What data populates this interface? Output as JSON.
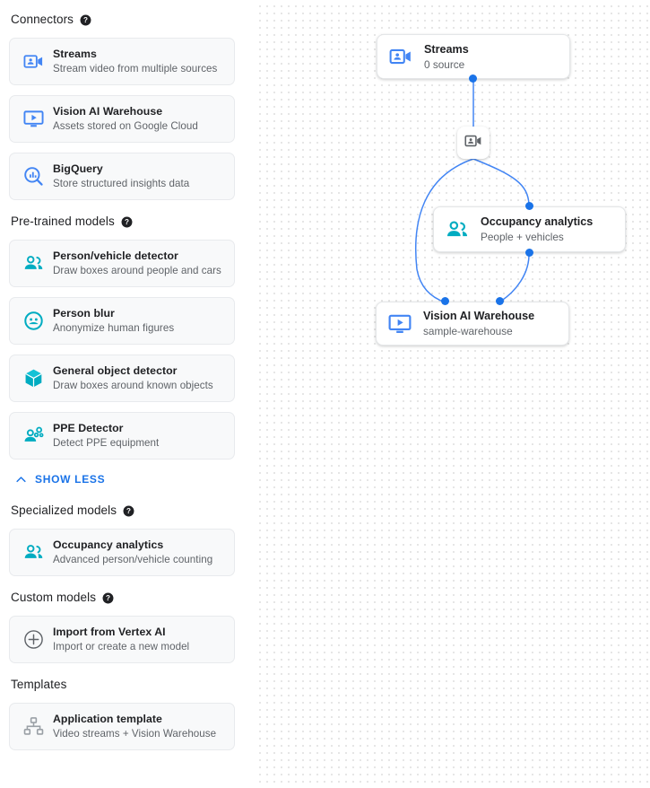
{
  "colors": {
    "accent_blue": "#1a73e8",
    "icon_blue": "#4285f4",
    "icon_teal": "#00acc1",
    "icon_grey": "#9aa0a6",
    "card_bg": "#f8f9fa",
    "text_primary": "#202124",
    "text_secondary": "#5f6368"
  },
  "sidebar": {
    "sections": [
      {
        "title": "Connectors",
        "help": "help-icon",
        "items": [
          {
            "icon": "video-camera-person-icon",
            "icon_color": "#4285f4",
            "title": "Streams",
            "subtitle": "Stream video from multiple sources"
          },
          {
            "icon": "monitor-play-icon",
            "icon_color": "#4285f4",
            "title": "Vision AI Warehouse",
            "subtitle": "Assets stored on Google Cloud"
          },
          {
            "icon": "magnifier-chart-icon",
            "icon_color": "#4285f4",
            "title": "BigQuery",
            "subtitle": "Store structured insights data"
          }
        ]
      },
      {
        "title": "Pre-trained models",
        "help": "help-icon",
        "items": [
          {
            "icon": "two-people-icon",
            "icon_color": "#00acc1",
            "title": "Person/vehicle detector",
            "subtitle": "Draw boxes around people and cars"
          },
          {
            "icon": "face-circle-icon",
            "icon_color": "#00acc1",
            "title": "Person blur",
            "subtitle": "Anonymize human figures"
          },
          {
            "icon": "cube-icon",
            "icon_color": "#00acc1",
            "title": "General object detector",
            "subtitle": "Draw boxes around known objects"
          },
          {
            "icon": "person-gear-icon",
            "icon_color": "#00acc1",
            "title": "PPE Detector",
            "subtitle": "Detect PPE equipment"
          }
        ],
        "toggle": {
          "label": "SHOW LESS",
          "icon": "chevron-up-icon"
        }
      },
      {
        "title": "Specialized models",
        "help": "help-icon",
        "items": [
          {
            "icon": "two-people-icon",
            "icon_color": "#00acc1",
            "title": "Occupancy analytics",
            "subtitle": "Advanced person/vehicle counting"
          }
        ]
      },
      {
        "title": "Custom models",
        "help": "help-icon",
        "items": [
          {
            "icon": "plus-circle-icon",
            "icon_color": "#5f6368",
            "title": "Import from Vertex AI",
            "subtitle": "Import or create a new model"
          }
        ]
      },
      {
        "title": "Templates",
        "help": null,
        "items": [
          {
            "icon": "hierarchy-icon",
            "icon_color": "#9aa0a6",
            "title": "Application template",
            "subtitle": "Video streams + Vision Warehouse"
          }
        ]
      }
    ]
  },
  "graph": {
    "nodes": [
      {
        "id": "streams",
        "icon": "video-camera-person-icon",
        "icon_color": "#4285f4",
        "title": "Streams",
        "subtitle": "0 source"
      },
      {
        "id": "occupancy",
        "icon": "two-people-icon",
        "icon_color": "#00acc1",
        "title": "Occupancy analytics",
        "subtitle": "People + vehicles"
      },
      {
        "id": "warehouse",
        "icon": "monitor-play-icon",
        "icon_color": "#4285f4",
        "title": "Vision AI Warehouse",
        "subtitle": "sample-warehouse"
      }
    ],
    "mini_node": {
      "id": "stream-relay",
      "icon": "video-camera-person-icon",
      "icon_color": "#5f6368"
    }
  }
}
